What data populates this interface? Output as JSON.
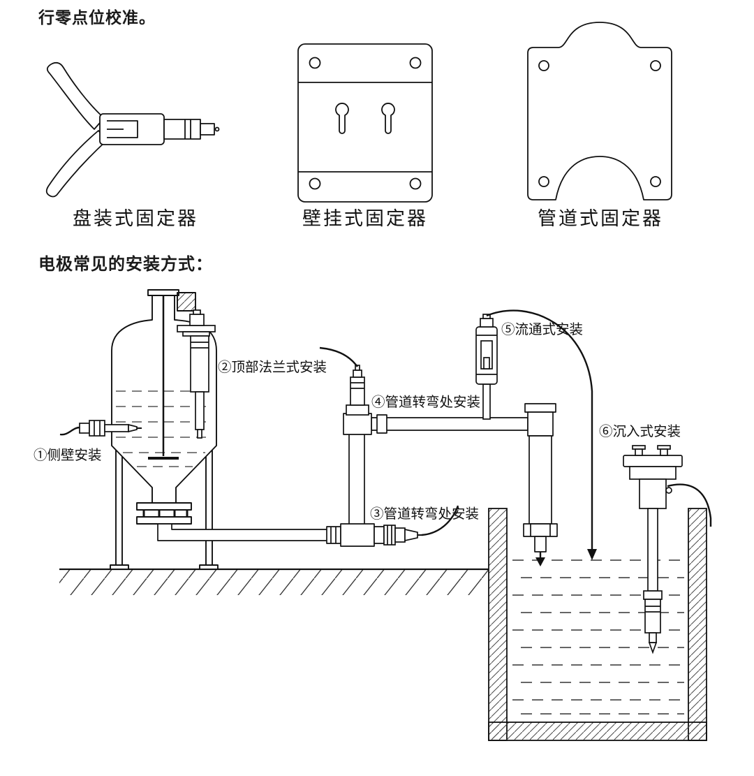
{
  "page": {
    "intro_text": "行零点位校准。",
    "section_heading": "电极常见的安装方式："
  },
  "fixtures": [
    {
      "label": "盘装式固定器"
    },
    {
      "label": "壁挂式固定器"
    },
    {
      "label": "管道式固定器"
    }
  ],
  "diagram": {
    "labels": {
      "side_wall": "①侧壁安装",
      "top_flange": "②顶部法兰式安装",
      "pipe_bend_lower": "③管道转弯处安装",
      "pipe_bend_upper": "④管道转弯处安装",
      "flow_through": "⑤流通式安装",
      "submersion": "⑥沉入式安装"
    }
  },
  "colors": {
    "ink": "#111111",
    "background": "#ffffff"
  }
}
